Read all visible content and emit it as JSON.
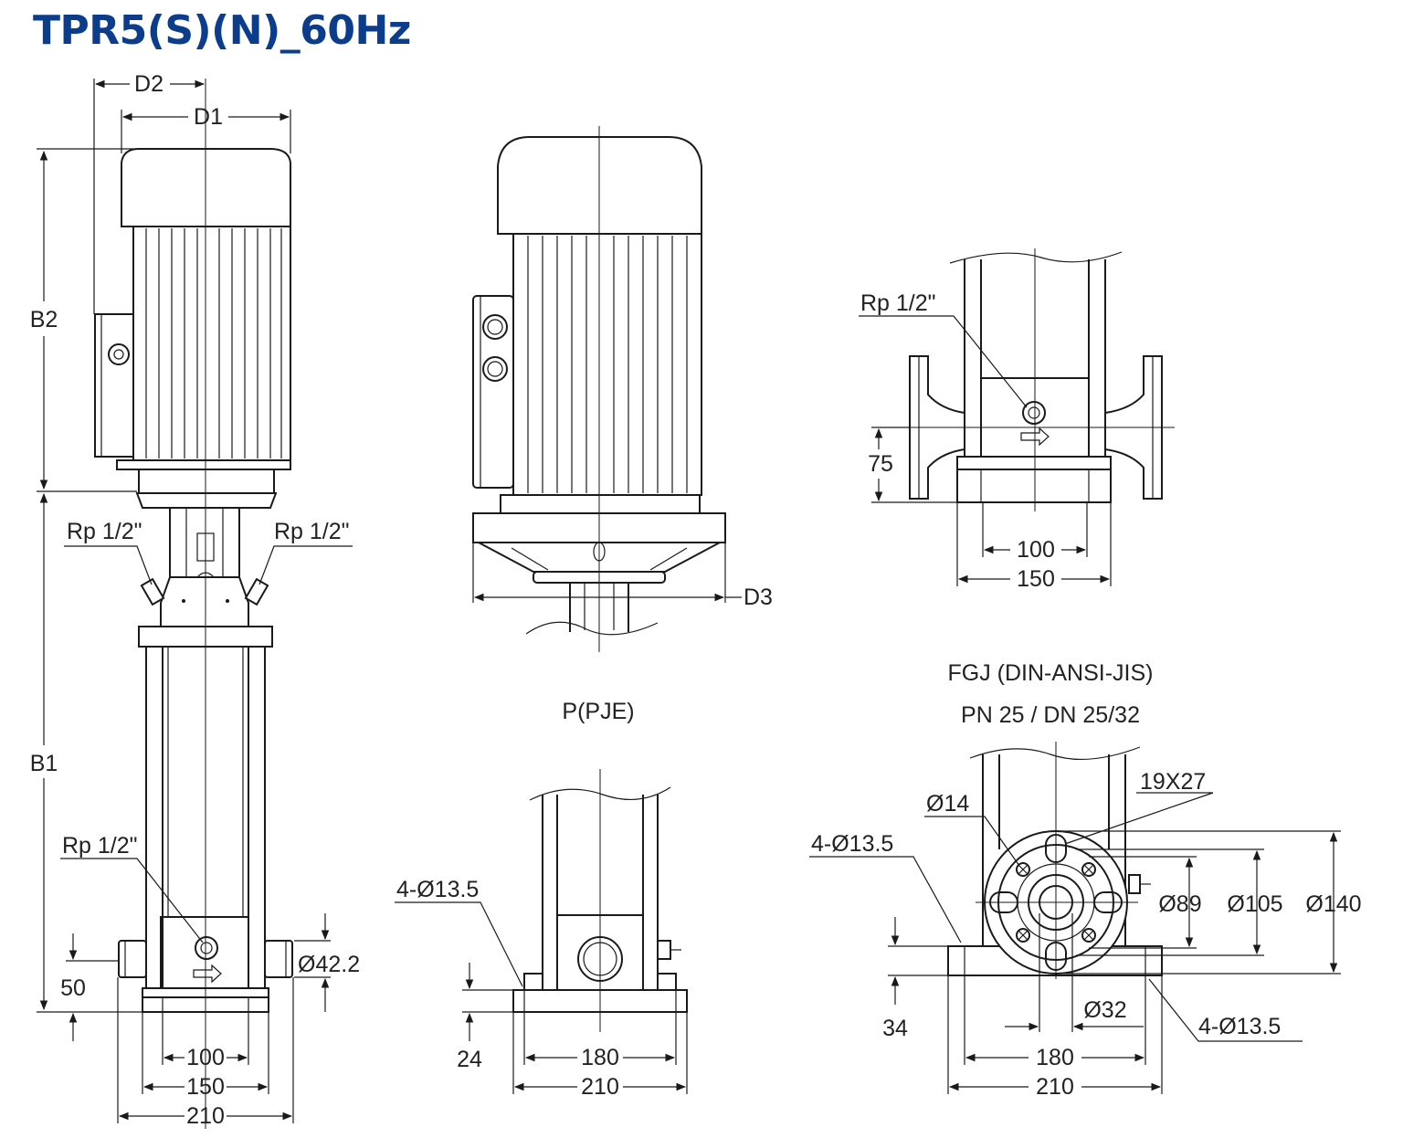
{
  "title": "TPR5(S)(N)_60Hz",
  "views": {
    "front": {
      "labels": {
        "d2": "D2",
        "d1": "D1",
        "b2": "B2",
        "b1": "B1",
        "rp_left": "Rp 1/2\"",
        "rp_right": "Rp 1/2\"",
        "rp_bottom": "Rp 1/2\"",
        "dim_50": "50",
        "dia_422": "Ø42.2",
        "dim_100": "100",
        "dim_150": "150",
        "dim_210": "210"
      }
    },
    "side_motor": {
      "labels": {
        "d3": "D3"
      }
    },
    "inlet_round": {
      "labels": {
        "rp": "Rp 1/2\"",
        "dim_75": "75",
        "dim_100": "100",
        "dim_150": "150"
      }
    },
    "pje": {
      "caption": "P(PJE)",
      "labels": {
        "holes": "4-Ø13.5",
        "dim_24": "24",
        "dim_180": "180",
        "dim_210": "210"
      }
    },
    "fgj": {
      "caption_line1": "FGJ (DIN-ANSI-JIS)",
      "caption_line2": "PN 25 / DN 25/32",
      "labels": {
        "slot": "19X27",
        "d14": "Ø14",
        "holes_left": "4-Ø13.5",
        "holes_right": "4-Ø13.5",
        "d89": "Ø89",
        "d105": "Ø105",
        "d140": "Ø140",
        "dim_34": "34",
        "d32": "Ø32",
        "dim_180": "180",
        "dim_210": "210"
      }
    }
  }
}
